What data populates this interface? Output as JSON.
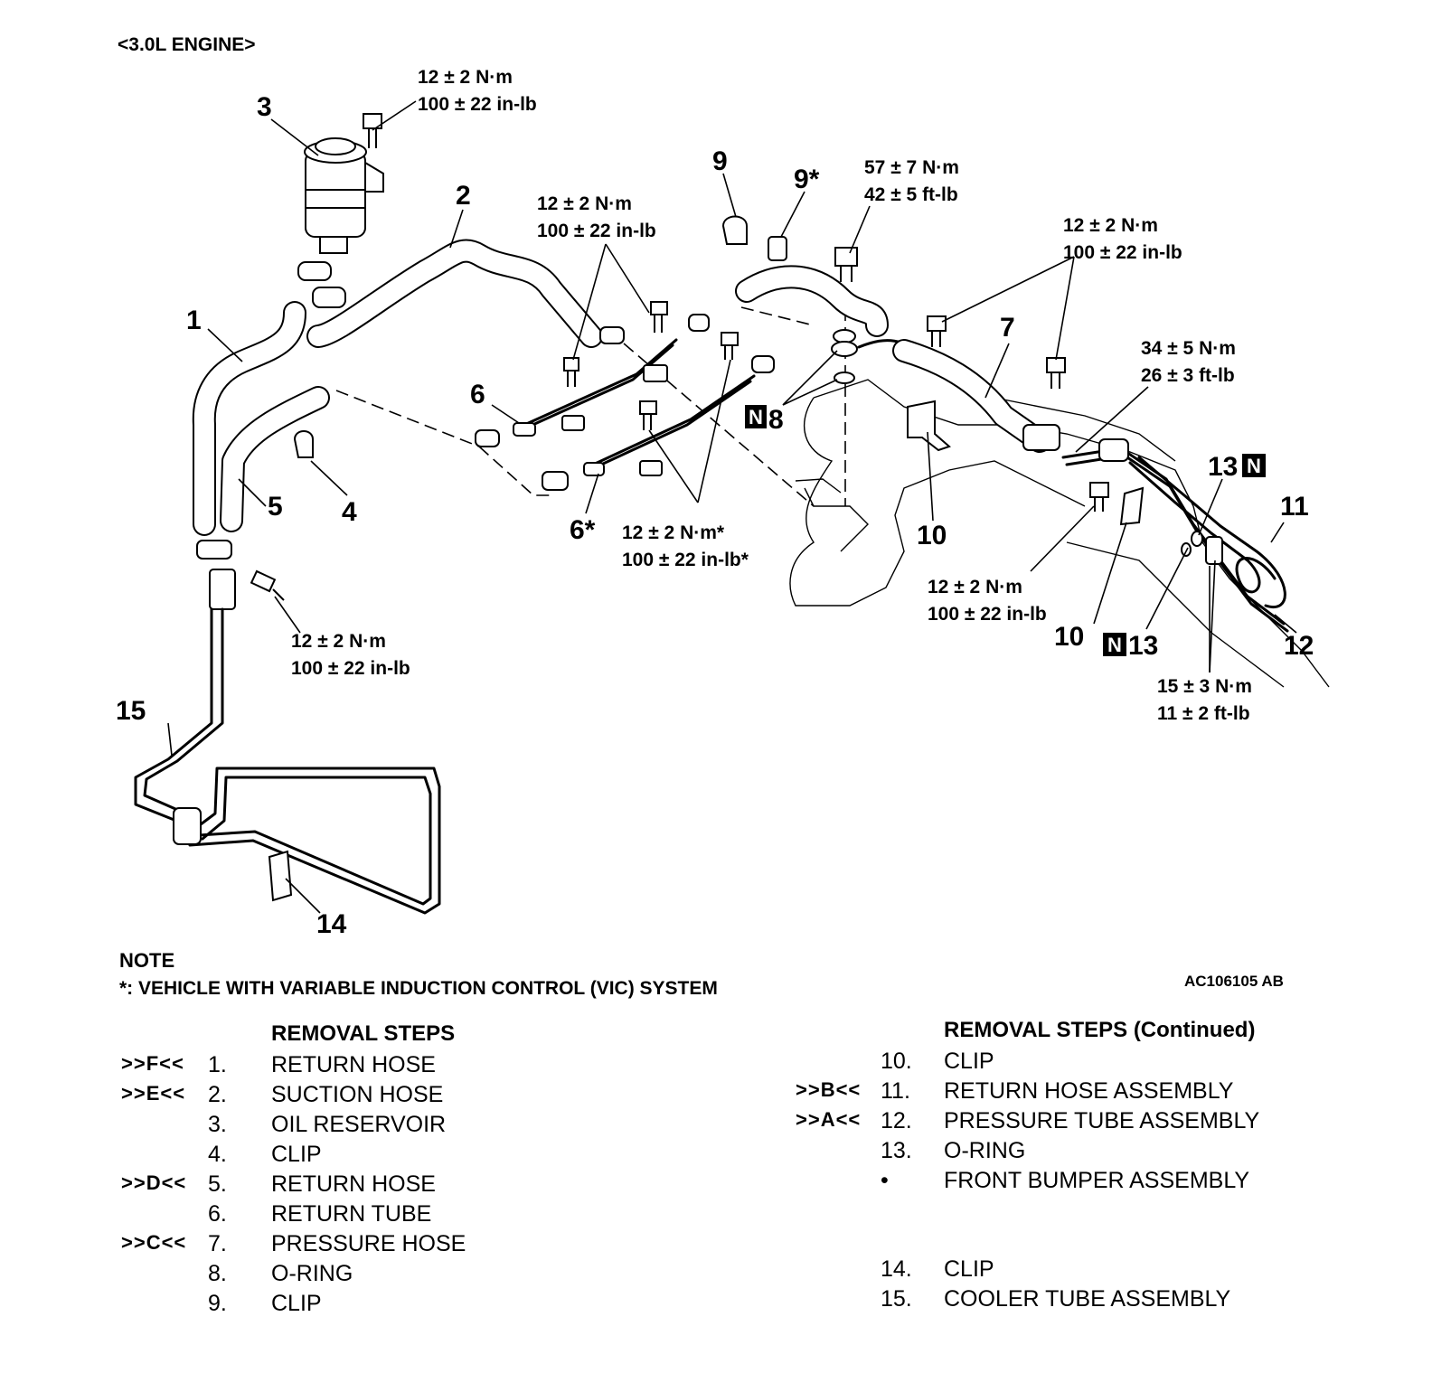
{
  "header": {
    "engine": "<3.0L ENGINE>"
  },
  "figure_id": "AC106105 AB",
  "callouts": {
    "c1": "1",
    "c2": "2",
    "c3": "3",
    "c4": "4",
    "c5": "5",
    "c6": "6",
    "c6s": "6*",
    "c7": "7",
    "c8": "8",
    "c9": "9",
    "c9s": "9*",
    "c10a": "10",
    "c10b": "10",
    "c11": "11",
    "c12": "12",
    "c13a": "13",
    "c13b": "13",
    "c14": "14",
    "c15": "15",
    "n_badge": "N"
  },
  "torques": {
    "t_reservoir_1": "12 ± 2 N·m",
    "t_reservoir_2": "100 ± 22 in-lb",
    "t_top_1": "57 ± 7 N·m",
    "t_top_2": "42 ± 5 ft-lb",
    "t_mid_1": "12 ± 2 N·m",
    "t_mid_2": "100 ± 22 in-lb",
    "t_right_1": "12 ± 2 N·m",
    "t_right_2": "100 ± 22 in-lb",
    "t_press_1": "34 ± 5 N·m",
    "t_press_2": "26 ± 3 ft-lb",
    "t_vic_1": "12 ± 2 N·m*",
    "t_vic_2": "100 ± 22 in-lb*",
    "t_clip_1": "12 ± 2 N·m",
    "t_clip_2": "100 ± 22 in-lb",
    "t_cooler_1": "12 ± 2 N·m",
    "t_cooler_2": "100 ± 22 in-lb",
    "t_oring_1": "15 ± 3 N·m",
    "t_oring_2": "11 ± 2 ft-lb"
  },
  "note": {
    "title": "NOTE",
    "text": "*: VEHICLE WITH VARIABLE INDUCTION CONTROL (VIC) SYSTEM"
  },
  "removal_steps": {
    "title": "REMOVAL STEPS",
    "items": [
      {
        "ref": ">>F<<",
        "num": "1.",
        "name": "RETURN HOSE"
      },
      {
        "ref": ">>E<<",
        "num": "2.",
        "name": "SUCTION HOSE"
      },
      {
        "ref": "",
        "num": "3.",
        "name": "OIL RESERVOIR"
      },
      {
        "ref": "",
        "num": "4.",
        "name": "CLIP"
      },
      {
        "ref": ">>D<<",
        "num": "5.",
        "name": "RETURN HOSE"
      },
      {
        "ref": "",
        "num": "6.",
        "name": "RETURN TUBE"
      },
      {
        "ref": ">>C<<",
        "num": "7.",
        "name": "PRESSURE HOSE"
      },
      {
        "ref": "",
        "num": "8.",
        "name": "O-RING"
      },
      {
        "ref": "",
        "num": "9.",
        "name": "CLIP"
      }
    ]
  },
  "removal_steps_continued": {
    "title": "REMOVAL STEPS (Continued)",
    "items": [
      {
        "ref": "",
        "num": "10.",
        "name": "CLIP"
      },
      {
        "ref": ">>B<<",
        "num": "11.",
        "name": "RETURN HOSE ASSEMBLY"
      },
      {
        "ref": ">>A<<",
        "num": "12.",
        "name": "PRESSURE TUBE ASSEMBLY"
      },
      {
        "ref": "",
        "num": "13.",
        "name": "O-RING"
      },
      {
        "ref": "",
        "num": "•",
        "name": "FRONT BUMPER ASSEMBLY"
      },
      {
        "ref": "",
        "num": "14.",
        "name": "CLIP"
      },
      {
        "ref": "",
        "num": "15.",
        "name": "COOLER TUBE ASSEMBLY"
      }
    ]
  }
}
